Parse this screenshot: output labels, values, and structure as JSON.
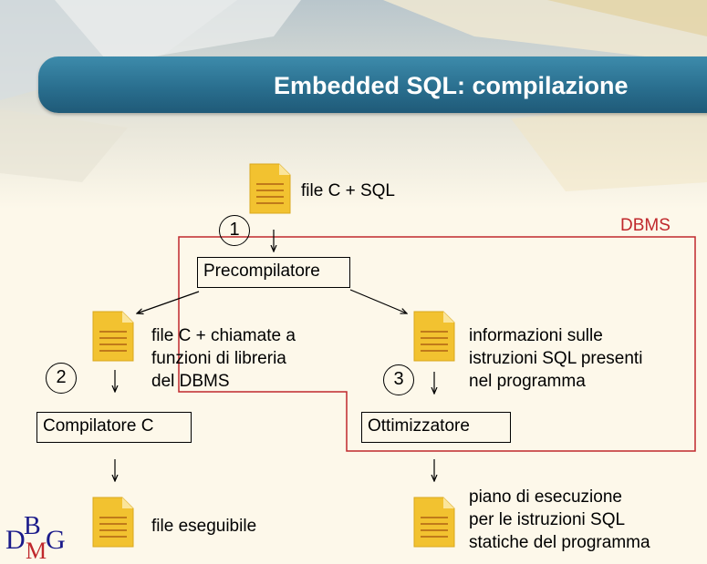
{
  "title": "Embedded SQL: compilazione",
  "dbms_label": "DBMS",
  "steps": [
    "1",
    "2",
    "3"
  ],
  "boxes": {
    "precompiler": "Precompilatore",
    "compiler": "Compilatore C",
    "optimizer": "Ottimizzatore"
  },
  "files": {
    "source": "file C + SQL",
    "c_calls": [
      "file C + chiamate a",
      "funzioni di libreria",
      "del DBMS"
    ],
    "sql_info": [
      "informazioni sulle",
      "istruzioni SQL presenti",
      "nel programma"
    ],
    "executable": "file eseguibile",
    "plan": [
      "piano di esecuzione",
      "per le istruzioni SQL",
      "statiche del programma"
    ]
  },
  "logo": {
    "letters": [
      "D",
      "B",
      "M",
      "G"
    ]
  },
  "colors": {
    "title_bar": "#2a6f8f",
    "dbms_border": "#c0282c",
    "document_icon": "#f2c230",
    "document_lines": "#c07a1a"
  }
}
